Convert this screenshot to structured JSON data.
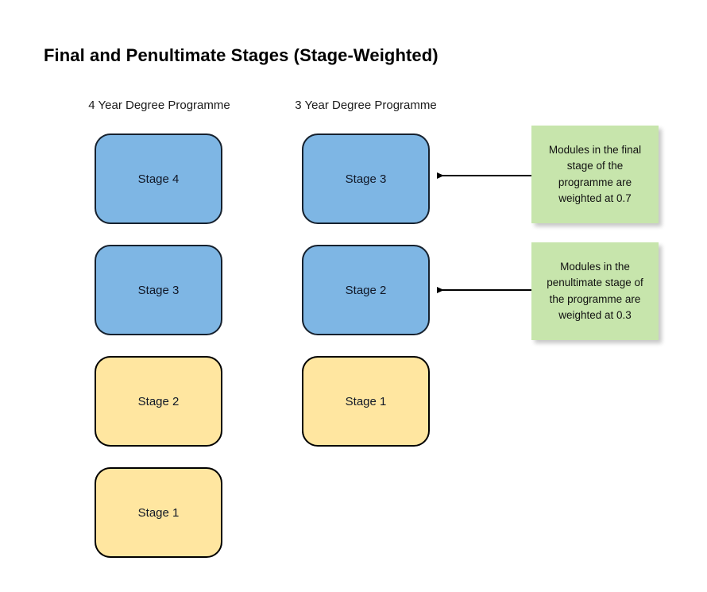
{
  "diagram": {
    "title": "Final and Penultimate Stages (Stage-Weighted)",
    "background": "#ffffff",
    "colors": {
      "blue_fill": "#7EB6E4",
      "blue_stroke": "#16212e",
      "yellow_fill": "#FFE6A0",
      "yellow_stroke": "#000000",
      "note_fill": "#C7E5AC",
      "arrow": "#000000",
      "text": "#111827"
    },
    "columns": [
      {
        "header": "4 Year Degree Programme",
        "stages": [
          {
            "label": "Stage 4",
            "fill": "blue"
          },
          {
            "label": "Stage 3",
            "fill": "blue"
          },
          {
            "label": "Stage 2",
            "fill": "yellow"
          },
          {
            "label": "Stage 1",
            "fill": "yellow"
          }
        ]
      },
      {
        "header": "3 Year Degree Programme",
        "stages": [
          {
            "label": "Stage 3",
            "fill": "blue"
          },
          {
            "label": "Stage 2",
            "fill": "blue"
          },
          {
            "label": "Stage 1",
            "fill": "yellow"
          }
        ]
      }
    ],
    "notes": [
      {
        "text": "Modules in the final stage of the programme are weighted at 0.7",
        "weight": "0.7"
      },
      {
        "text": "Modules in the penultimate stage of the programme are weighted at 0.3",
        "weight": "0.3"
      }
    ]
  }
}
